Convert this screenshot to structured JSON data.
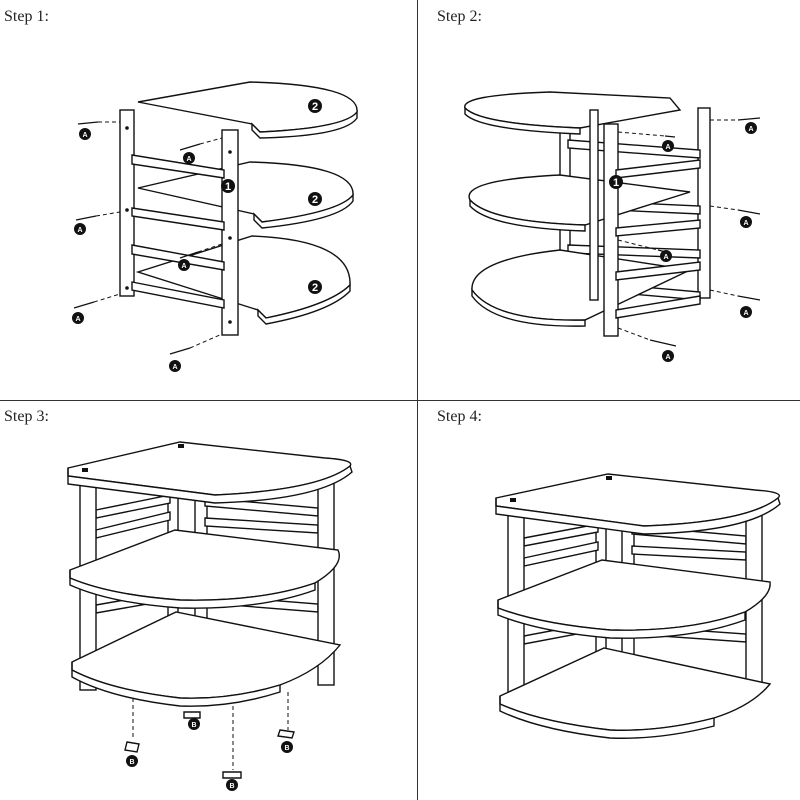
{
  "steps": [
    {
      "label": "Step 1:"
    },
    {
      "label": "Step 2:"
    },
    {
      "label": "Step 3:"
    },
    {
      "label": "Step 4:"
    }
  ],
  "part_labels": {
    "frame": "1",
    "shelf": "2",
    "screw": "A",
    "pad": "B"
  }
}
